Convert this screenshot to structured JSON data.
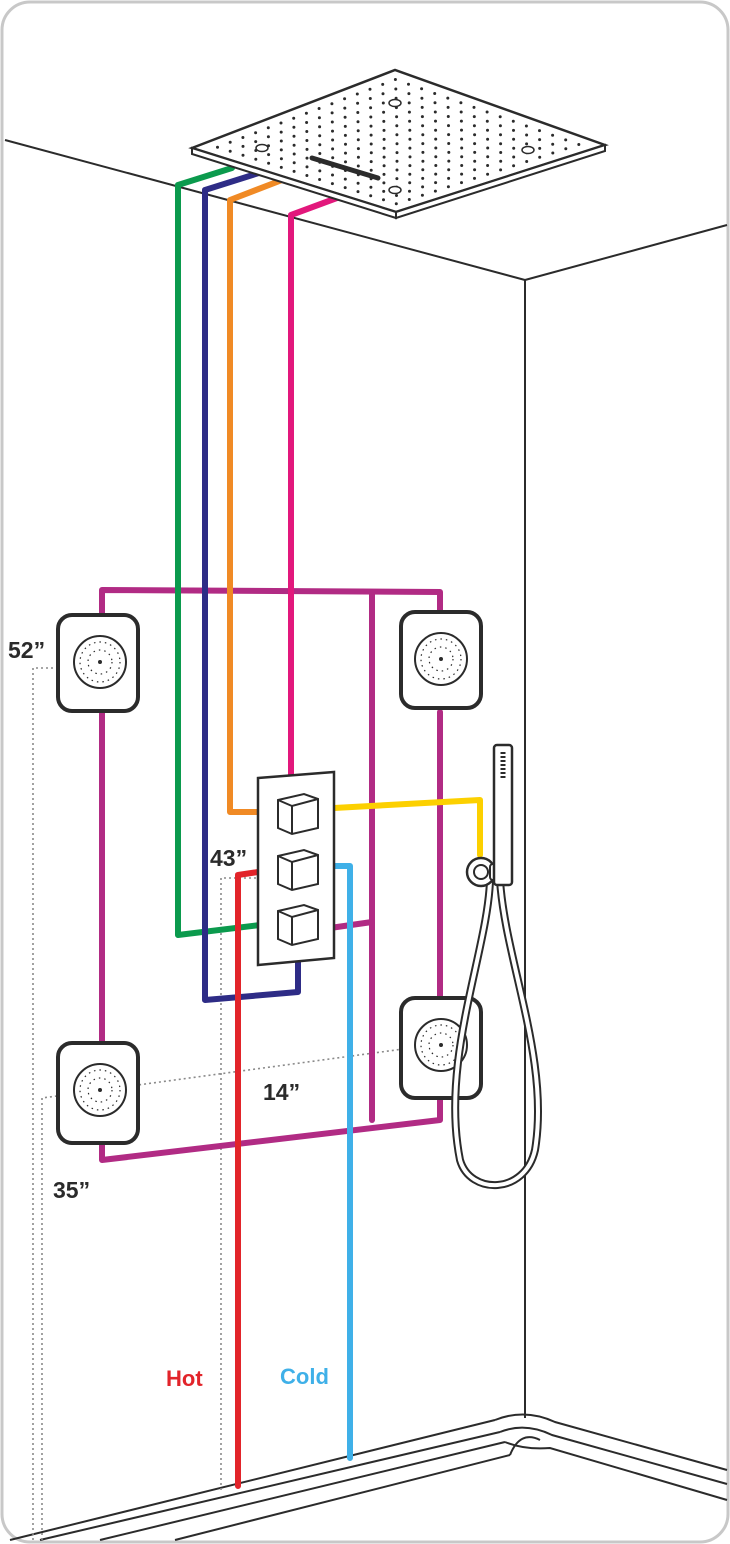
{
  "dimensions": {
    "body_jet_upper_height": "52”",
    "valve_height": "43”",
    "body_jet_spacing": "14”",
    "body_jet_lower_height": "35”"
  },
  "supply_labels": {
    "hot": "Hot",
    "cold": "Cold"
  },
  "colors": {
    "hot": "#e2242a",
    "cold": "#3fb0e8",
    "pipe_green": "#0b9a4d",
    "pipe_navy": "#2e2c86",
    "pipe_orange": "#f08a25",
    "pipe_pink": "#e2187c",
    "pipe_purple": "#b12b84",
    "pipe_yellow": "#fcd000",
    "outline": "#2b2b2b"
  },
  "components": {
    "overhead_shower": "rain-shower-panel",
    "valve": "three-handle-thermostatic-valve",
    "body_jets": 4,
    "hand_shower": "handheld-shower-with-hose"
  }
}
